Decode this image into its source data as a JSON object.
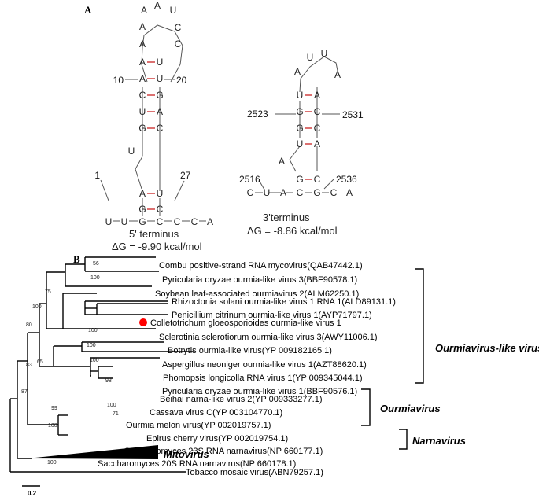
{
  "panel_a": {
    "label": "A",
    "five_prime": {
      "caption": "5' terminus",
      "dg": "ΔG =  -9.90 kcal/mol",
      "pos_labels": [
        "1",
        "10",
        "20",
        "27"
      ]
    },
    "three_prime": {
      "caption": "3'terminus",
      "dg": "ΔG =  -8.86 kcal/mol",
      "pos_labels": [
        "2516",
        "2523",
        "2531",
        "2536"
      ]
    }
  },
  "panel_b": {
    "label": "B",
    "taxa": [
      "Combu positive-strand RNA mycovirus(QAB47442.1)",
      "Pyricularia oryzae ourmia-like virus 3(BBF90578.1)",
      "Soybean leaf-associated ourmiavirus 2(ALM62250.1)",
      "Rhizoctonia solani ourmia-like virus 1 RNA 1(ALD89131.1)",
      "Penicillium citrinum ourmia-like virus 1(AYP71797.1)",
      "Colletotrichum gloeosporioides ourmia-like virus 1",
      "Sclerotinia sclerotiorum ourmia-like virus 3(AWY11006.1)",
      "Botrytis ourmia-like virus(YP 009182165.1)",
      "Aspergillus neoniger ourmia-like virus 1(AZT88620.1)",
      "Phomopsis longicolla RNA virus 1(YP 009345044.1)",
      "Pyricularia oryzae ourmia-like virus 1(BBF90576.1)",
      "Beihai narna-like virus 2(YP 009333277.1)",
      "Cassava virus C(YP 003104770.1)",
      "Ourmia melon virus(YP 002019757.1)",
      "Epirus cherry virus(YP 002019754.1)",
      "Saccharomyces 23S RNA narnavirus(NP 660177.1)",
      "Saccharomyces 20S RNA narnavirus(NP 660178.1)",
      "Tobacco mosaic virus(ABN79257.1)"
    ],
    "mitovirus_label": "Mitovirus",
    "bootstrap": [
      "56",
      "100",
      "75",
      "100",
      "100",
      "80",
      "100",
      "65",
      "100",
      "98",
      "83",
      "99",
      "100",
      "71",
      "87",
      "100",
      "100"
    ],
    "clades": [
      "Ourmiavirus-like virus",
      "Ourmiavirus",
      "Narnavirus"
    ],
    "scale_label": "0.2",
    "marker_color": "#ff0000"
  }
}
